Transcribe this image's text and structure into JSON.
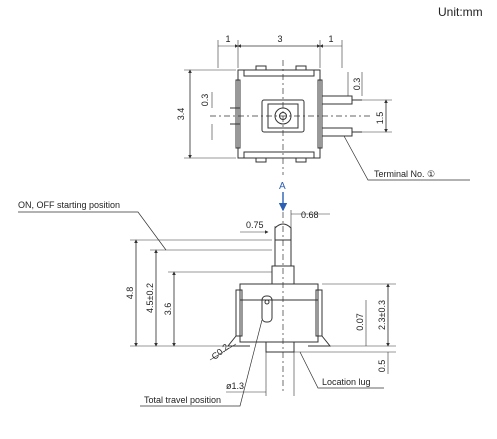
{
  "unit_label": "Unit:mm",
  "top_view": {
    "dimensions": {
      "left_gap": "1",
      "width": "3",
      "right_gap": "1",
      "height": "3.4",
      "slot": "0.3",
      "terminal_width": "0.3",
      "terminal_pitch": "1.5"
    },
    "terminal_callout": "Terminal No. ①",
    "view_arrow_label": "A"
  },
  "side_view": {
    "dimensions": {
      "actuator_dia": "0.68",
      "actuator_offset": "0.75",
      "total_height": "4.8",
      "on_off_height": "4.5±0.2",
      "travel_height": "3.6",
      "body_height": "2.3±0.3",
      "small_gap": "0.07",
      "bottom_offset": "0.5",
      "chamfer": "C0.2",
      "lug_dia": "ø1.3"
    },
    "callouts": {
      "on_off": "ON, OFF starting position",
      "total_travel": "Total travel position",
      "location_lug": "Location lug"
    }
  },
  "colors": {
    "line": "#333333",
    "accent": "#2b5fb3"
  }
}
